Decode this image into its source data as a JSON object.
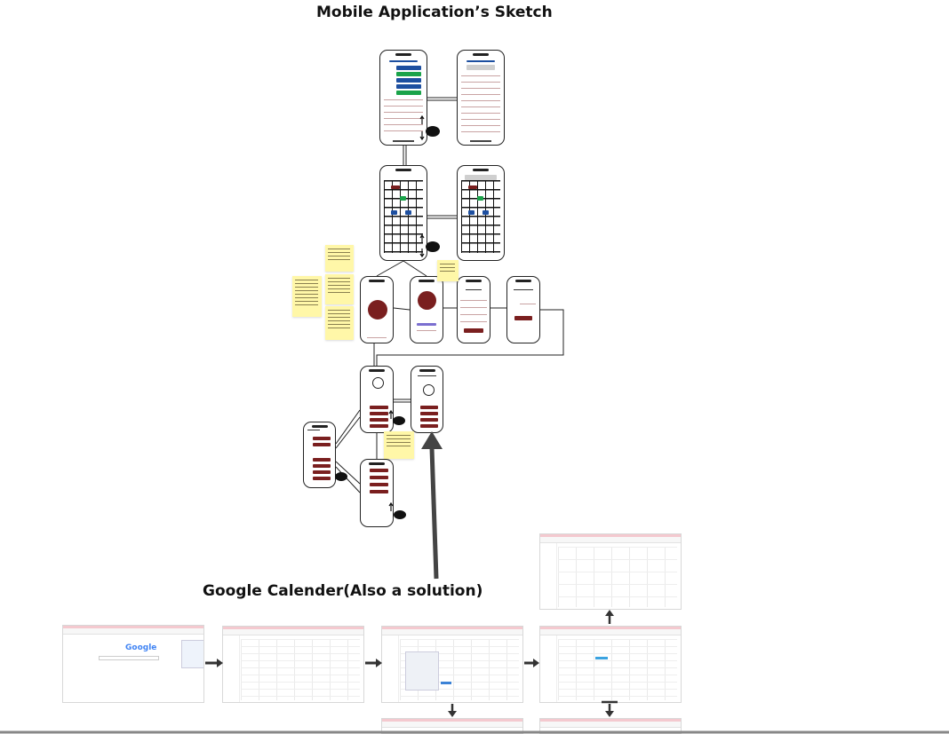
{
  "titles": {
    "main": "Mobile Application’s Sketch",
    "gcal": "Google Calender(Also a solution)"
  },
  "colors": {
    "brand_maroon": "#7a1f1f",
    "accent_green": "#1aa34a",
    "accent_blue": "#1d4fa0",
    "sticky_yellow": "#fff7a8",
    "arrow_gray": "#444444"
  },
  "icons": [
    "hand-gesture-icon",
    "swipe-arrows-icon",
    "google-logo-icon",
    "arrow-right-icon",
    "arrow-down-icon",
    "arrow-up-icon",
    "user-avatar-icon"
  ],
  "google_logo_text": "Google"
}
